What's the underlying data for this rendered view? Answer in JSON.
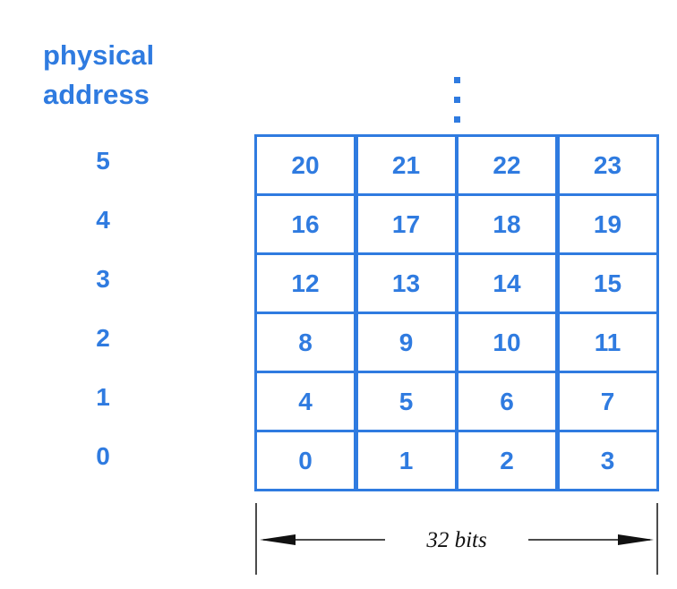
{
  "heading": {
    "line1": "physical",
    "line2": "address"
  },
  "addresses": [
    "5",
    "4",
    "3",
    "2",
    "1",
    "0"
  ],
  "rows": [
    [
      "20",
      "21",
      "22",
      "23"
    ],
    [
      "16",
      "17",
      "18",
      "19"
    ],
    [
      "12",
      "13",
      "14",
      "15"
    ],
    [
      "8",
      "9",
      "10",
      "11"
    ],
    [
      "4",
      "5",
      "6",
      "7"
    ],
    [
      "0",
      "1",
      "2",
      "3"
    ]
  ],
  "width_label": "32 bits",
  "colors": {
    "accent": "#2f7be0",
    "text": "#111111"
  }
}
